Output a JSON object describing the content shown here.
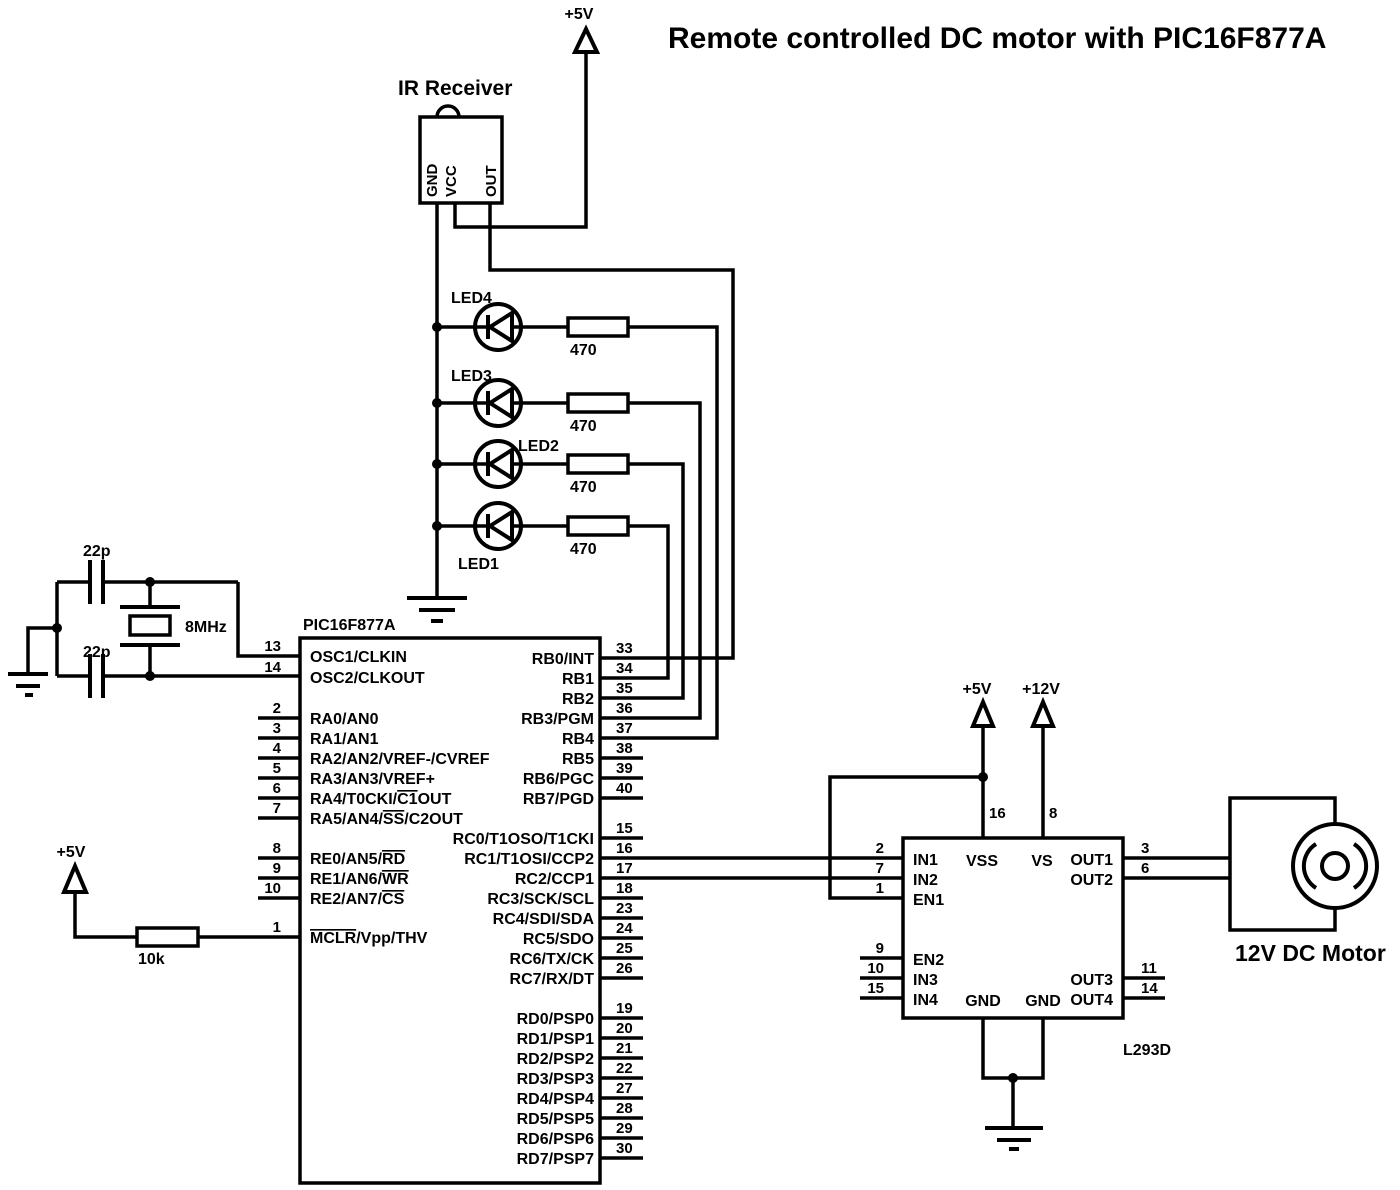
{
  "title": "Remote controlled DC motor with PIC16F877A",
  "ir_receiver": {
    "label": "IR Receiver",
    "pins": [
      "GND",
      "VCC",
      "OUT"
    ]
  },
  "power_labels": {
    "ir_vcc": "+5V",
    "mclr": "+5V",
    "l293d_vss": "+5V",
    "l293d_vs": "+12V"
  },
  "oscillator": {
    "crystal": "8MHz",
    "cap_top": "22p",
    "cap_bottom": "22p"
  },
  "mclr_resistor": "10k",
  "leds": [
    {
      "name": "LED4",
      "resistor": "470"
    },
    {
      "name": "LED3",
      "resistor": "470"
    },
    {
      "name": "LED2",
      "resistor": "470"
    },
    {
      "name": "LED1",
      "resistor": "470"
    }
  ],
  "pic": {
    "label": "PIC16F877A",
    "left_pins": [
      {
        "num": "13",
        "label": "OSC1/CLKIN"
      },
      {
        "num": "14",
        "label": "OSC2/CLKOUT"
      },
      {
        "num": "2",
        "label": "RA0/AN0"
      },
      {
        "num": "3",
        "label": "RA1/AN1"
      },
      {
        "num": "4",
        "label": "RA2/AN2/VREF-/CVREF"
      },
      {
        "num": "5",
        "label": "RA3/AN3/VREF+"
      },
      {
        "num": "6",
        "label": "RA4/T0CKI/C1OUT",
        "overline": "C1"
      },
      {
        "num": "7",
        "label": "RA5/AN4/SS/C2OUT",
        "overline": "SS"
      },
      {
        "num": "8",
        "label": "RE0/AN5/RD",
        "overline": "RD"
      },
      {
        "num": "9",
        "label": "RE1/AN6/WR",
        "overline": "WR"
      },
      {
        "num": "10",
        "label": "RE2/AN7/CS",
        "overline": "CS"
      },
      {
        "num": "1",
        "label": "MCLR/Vpp/THV",
        "overline": "MCLR"
      }
    ],
    "right_pins": [
      {
        "num": "33",
        "label": "RB0/INT"
      },
      {
        "num": "34",
        "label": "RB1"
      },
      {
        "num": "35",
        "label": "RB2"
      },
      {
        "num": "36",
        "label": "RB3/PGM"
      },
      {
        "num": "37",
        "label": "RB4"
      },
      {
        "num": "38",
        "label": "RB5"
      },
      {
        "num": "39",
        "label": "RB6/PGC"
      },
      {
        "num": "40",
        "label": "RB7/PGD"
      },
      {
        "num": "15",
        "label": "RC0/T1OSO/T1CKI"
      },
      {
        "num": "16",
        "label": "RC1/T1OSI/CCP2"
      },
      {
        "num": "17",
        "label": "RC2/CCP1"
      },
      {
        "num": "18",
        "label": "RC3/SCK/SCL"
      },
      {
        "num": "23",
        "label": "RC4/SDI/SDA"
      },
      {
        "num": "24",
        "label": "RC5/SDO"
      },
      {
        "num": "25",
        "label": "RC6/TX/CK"
      },
      {
        "num": "26",
        "label": "RC7/RX/DT"
      },
      {
        "num": "19",
        "label": "RD0/PSP0"
      },
      {
        "num": "20",
        "label": "RD1/PSP1"
      },
      {
        "num": "21",
        "label": "RD2/PSP2"
      },
      {
        "num": "22",
        "label": "RD3/PSP3"
      },
      {
        "num": "27",
        "label": "RD4/PSP4"
      },
      {
        "num": "28",
        "label": "RD5/PSP5"
      },
      {
        "num": "29",
        "label": "RD6/PSP6"
      },
      {
        "num": "30",
        "label": "RD7/PSP7"
      }
    ]
  },
  "l293d": {
    "label": "L293D",
    "left_pins": [
      {
        "num": "2",
        "label": "IN1"
      },
      {
        "num": "7",
        "label": "IN2"
      },
      {
        "num": "1",
        "label": "EN1"
      },
      {
        "num": "9",
        "label": "EN2"
      },
      {
        "num": "10",
        "label": "IN3"
      },
      {
        "num": "15",
        "label": "IN4"
      }
    ],
    "right_pins": [
      {
        "num": "3",
        "label": "OUT1"
      },
      {
        "num": "6",
        "label": "OUT2"
      },
      {
        "num": "11",
        "label": "OUT3"
      },
      {
        "num": "14",
        "label": "OUT4"
      }
    ],
    "top_pins": [
      {
        "num": "16",
        "label": "VSS"
      },
      {
        "num": "8",
        "label": "VS"
      }
    ],
    "bottom_pins": [
      {
        "label": "GND"
      },
      {
        "label": "GND"
      }
    ]
  },
  "motor": {
    "label": "12V DC Motor"
  }
}
